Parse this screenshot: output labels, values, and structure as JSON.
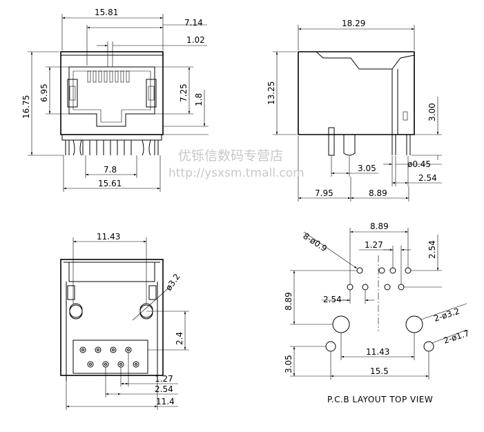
{
  "watermark": {
    "line1": "优铄信数码专营店",
    "line2": "http://ysxsm.tmall.com"
  },
  "front_view": {
    "dim_total_width_top": "15.81",
    "dim_7_14": "7.14",
    "dim_1_02": "1.02",
    "dim_height": "16.75",
    "dim_6_95": "6.95",
    "dim_7_25": "7.25",
    "dim_1_8": "1.8",
    "dim_7_8": "7.8",
    "dim_total_width_bottom": "15.61"
  },
  "side_view": {
    "dim_depth": "18.29",
    "dim_height": "13.25",
    "dim_3_00": "3.00",
    "dim_3_05": "3.05",
    "dim_pin_dia": "ø0.45",
    "dim_2_54": "2.54",
    "dim_7_95": "7.95",
    "dim_8_89": "8.89"
  },
  "bottom_view": {
    "dim_11_43": "11.43",
    "dim_hole": "ø3.2",
    "dim_2_4": "2.4",
    "dim_1_27": "1.27",
    "dim_2_54": "2.54",
    "dim_11_4": "11.4"
  },
  "pcb_view": {
    "dim_8_89_top": "8.89",
    "dim_8_holes": "8-ø0.9",
    "dim_1_27": "1.27",
    "dim_2_54_right": "2.54",
    "dim_2_54_left": "2.54",
    "dim_8_89_left": "8.89",
    "dim_2_holes_big": "2-ø3.2",
    "dim_2_holes_small": "2-ø1.7",
    "dim_11_43": "11.43",
    "dim_3_05": "3.05",
    "dim_15_5": "15.5",
    "caption": "P.C.B LAYOUT TOP VIEW"
  }
}
